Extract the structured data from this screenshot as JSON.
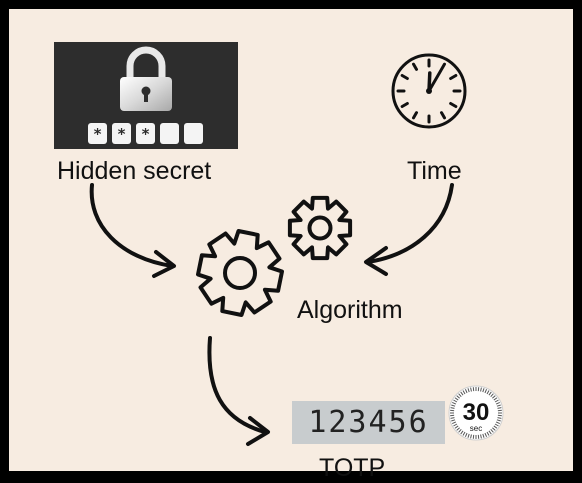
{
  "labels": {
    "secret": "Hidden secret",
    "time": "Time",
    "algorithm": "Algorithm",
    "totp": "TOTP"
  },
  "secret_field": [
    "*",
    "*",
    "*",
    "",
    ""
  ],
  "display_code": "123456",
  "timer": {
    "value": "30",
    "unit": "sec"
  },
  "clock": {
    "hour": 12,
    "minute": 5
  },
  "icons": [
    "lock-icon",
    "clock-icon",
    "gear-icon",
    "stopwatch-icon",
    "arrow-icon"
  ],
  "colors": {
    "background": "#f7ece1",
    "border": "#000000",
    "panel": "#2d2d2d",
    "lcd": "#c8ccce",
    "ink": "#111111"
  }
}
